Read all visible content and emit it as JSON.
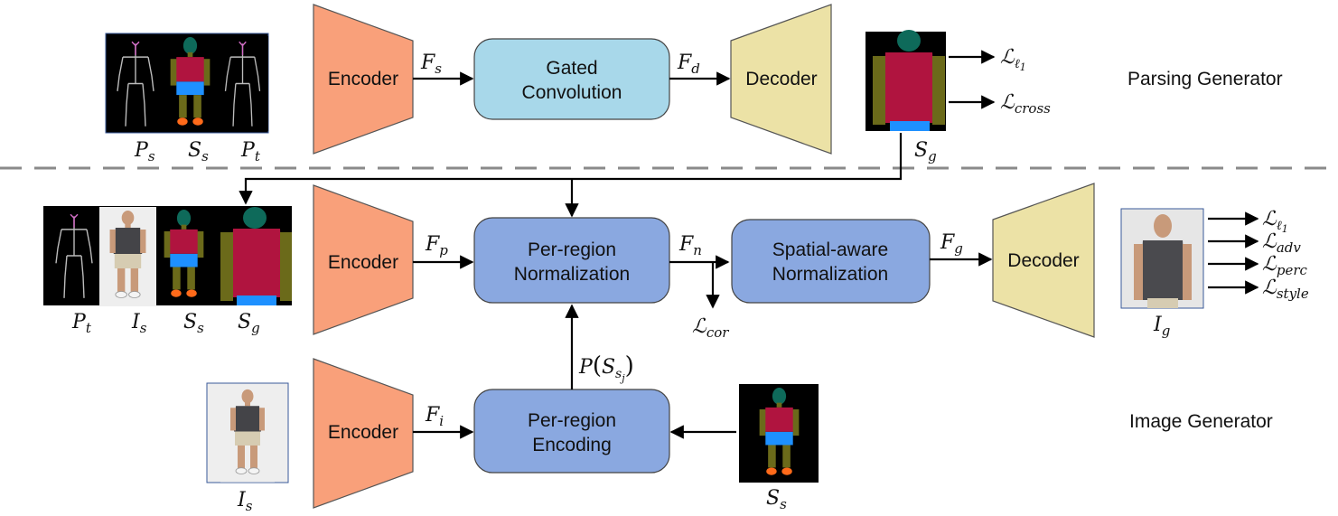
{
  "sections": {
    "top": "Parsing Generator",
    "bottom": "Image Generator"
  },
  "blocks": {
    "encoder": "Encoder",
    "decoder": "Decoder",
    "gated_conv": [
      "Gated",
      "Convolution"
    ],
    "per_region_norm": [
      "Per-region",
      "Normalization"
    ],
    "spatial_norm": [
      "Spatial-aware",
      "Normalization"
    ],
    "per_region_enc": [
      "Per-region",
      "Encoding"
    ]
  },
  "features": {
    "fs": {
      "base": "F",
      "sub": "s"
    },
    "fd": {
      "base": "F",
      "sub": "d"
    },
    "fp": {
      "base": "F",
      "sub": "p"
    },
    "fn": {
      "base": "F",
      "sub": "n"
    },
    "fg": {
      "base": "F",
      "sub": "g"
    },
    "fi": {
      "base": "F",
      "sub": "i"
    }
  },
  "pooling_label": {
    "base": "P",
    "inner": "S",
    "sub": "s",
    "subsub": "j"
  },
  "image_labels": {
    "top_inputs": [
      {
        "base": "P",
        "sub": "s"
      },
      {
        "base": "S",
        "sub": "s"
      },
      {
        "base": "P",
        "sub": "t"
      }
    ],
    "top_output": {
      "base": "S",
      "sub": "g"
    },
    "mid_inputs": [
      {
        "base": "P",
        "sub": "t"
      },
      {
        "base": "I",
        "sub": "s"
      },
      {
        "base": "S",
        "sub": "s"
      },
      {
        "base": "S",
        "sub": "g"
      }
    ],
    "final_output": {
      "base": "I",
      "sub": "g"
    },
    "bottom_input": {
      "base": "I",
      "sub": "s"
    },
    "bottom_seg": {
      "base": "S",
      "sub": "s"
    }
  },
  "losses": {
    "parsing": [
      {
        "base": "ℒ",
        "sub": "ℓ",
        "subsub": "1"
      },
      {
        "base": "ℒ",
        "sub": "cross"
      }
    ],
    "cor": {
      "base": "ℒ",
      "sub": "cor"
    },
    "image": [
      {
        "base": "ℒ",
        "sub": "ℓ",
        "subsub": "1"
      },
      {
        "base": "ℒ",
        "sub": "adv"
      },
      {
        "base": "ℒ",
        "sub": "perc"
      },
      {
        "base": "ℒ",
        "sub": "style"
      }
    ]
  },
  "colors": {
    "encoder": "#f9a07a",
    "decoder": "#ece2a6",
    "gated": "#a8d8ea",
    "norm_block": "#8aa8e0",
    "dashed_line": "#8a8a8a",
    "seg_red": "#b0143f",
    "seg_blue": "#1e90ff",
    "seg_olive": "#6b6a1a",
    "seg_teal": "#0e6a5a",
    "seg_orange": "#ff6a1a"
  }
}
